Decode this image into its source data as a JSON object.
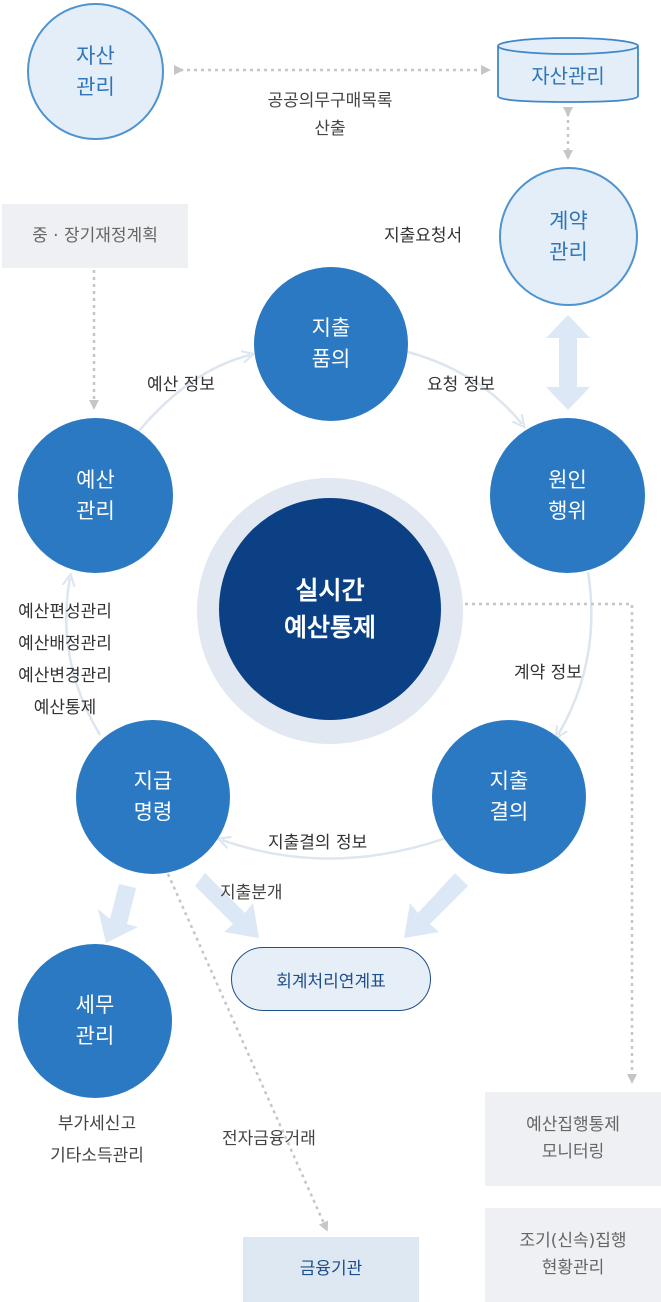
{
  "nodes": {
    "asset_mgmt": "자산\n관리",
    "contract_mgmt": "계약\n관리",
    "expense_proposal": "지출\n품의",
    "cause_action": "원인\n행위",
    "budget_mgmt": "예산\n관리",
    "realtime_control": "실시간\n예산통제",
    "expense_resolution": "지출\n결의",
    "payment_order": "지급\n명령",
    "tax_mgmt": "세무\n관리"
  },
  "db": {
    "asset_mgmt": "자산관리"
  },
  "labels": {
    "public_property": "공공의무구매목록\n산출",
    "expense_request": "지출요청서",
    "budget_info": "예산 정보",
    "request_info": "요청 정보",
    "budget_functions": "예산편성관리\n예산배정관리\n예산변경관리\n예산통제",
    "contract_info": "계약 정보",
    "resolution_info": "지출결의 정보",
    "expense_split": "지출분개",
    "tax_items": "부가세신고\n기타소득관리",
    "electronic_finance": "전자금융거래"
  },
  "boxes": {
    "mid_long_plan": "중 · 장기재정계획",
    "accounting_link": "회계처리연계표",
    "execution_monitoring": "예산집행통제\n모니터링",
    "early_execution": "조기(신속)집행\n현황관리",
    "financial_institution": "금융기관"
  },
  "colors": {
    "node_blue": "#2a79c2",
    "node_light_fill": "#e4eef8",
    "center_navy": "#0b4085",
    "arrow_light": "#dde8f5",
    "dotted_gray": "#c4c4c4"
  }
}
